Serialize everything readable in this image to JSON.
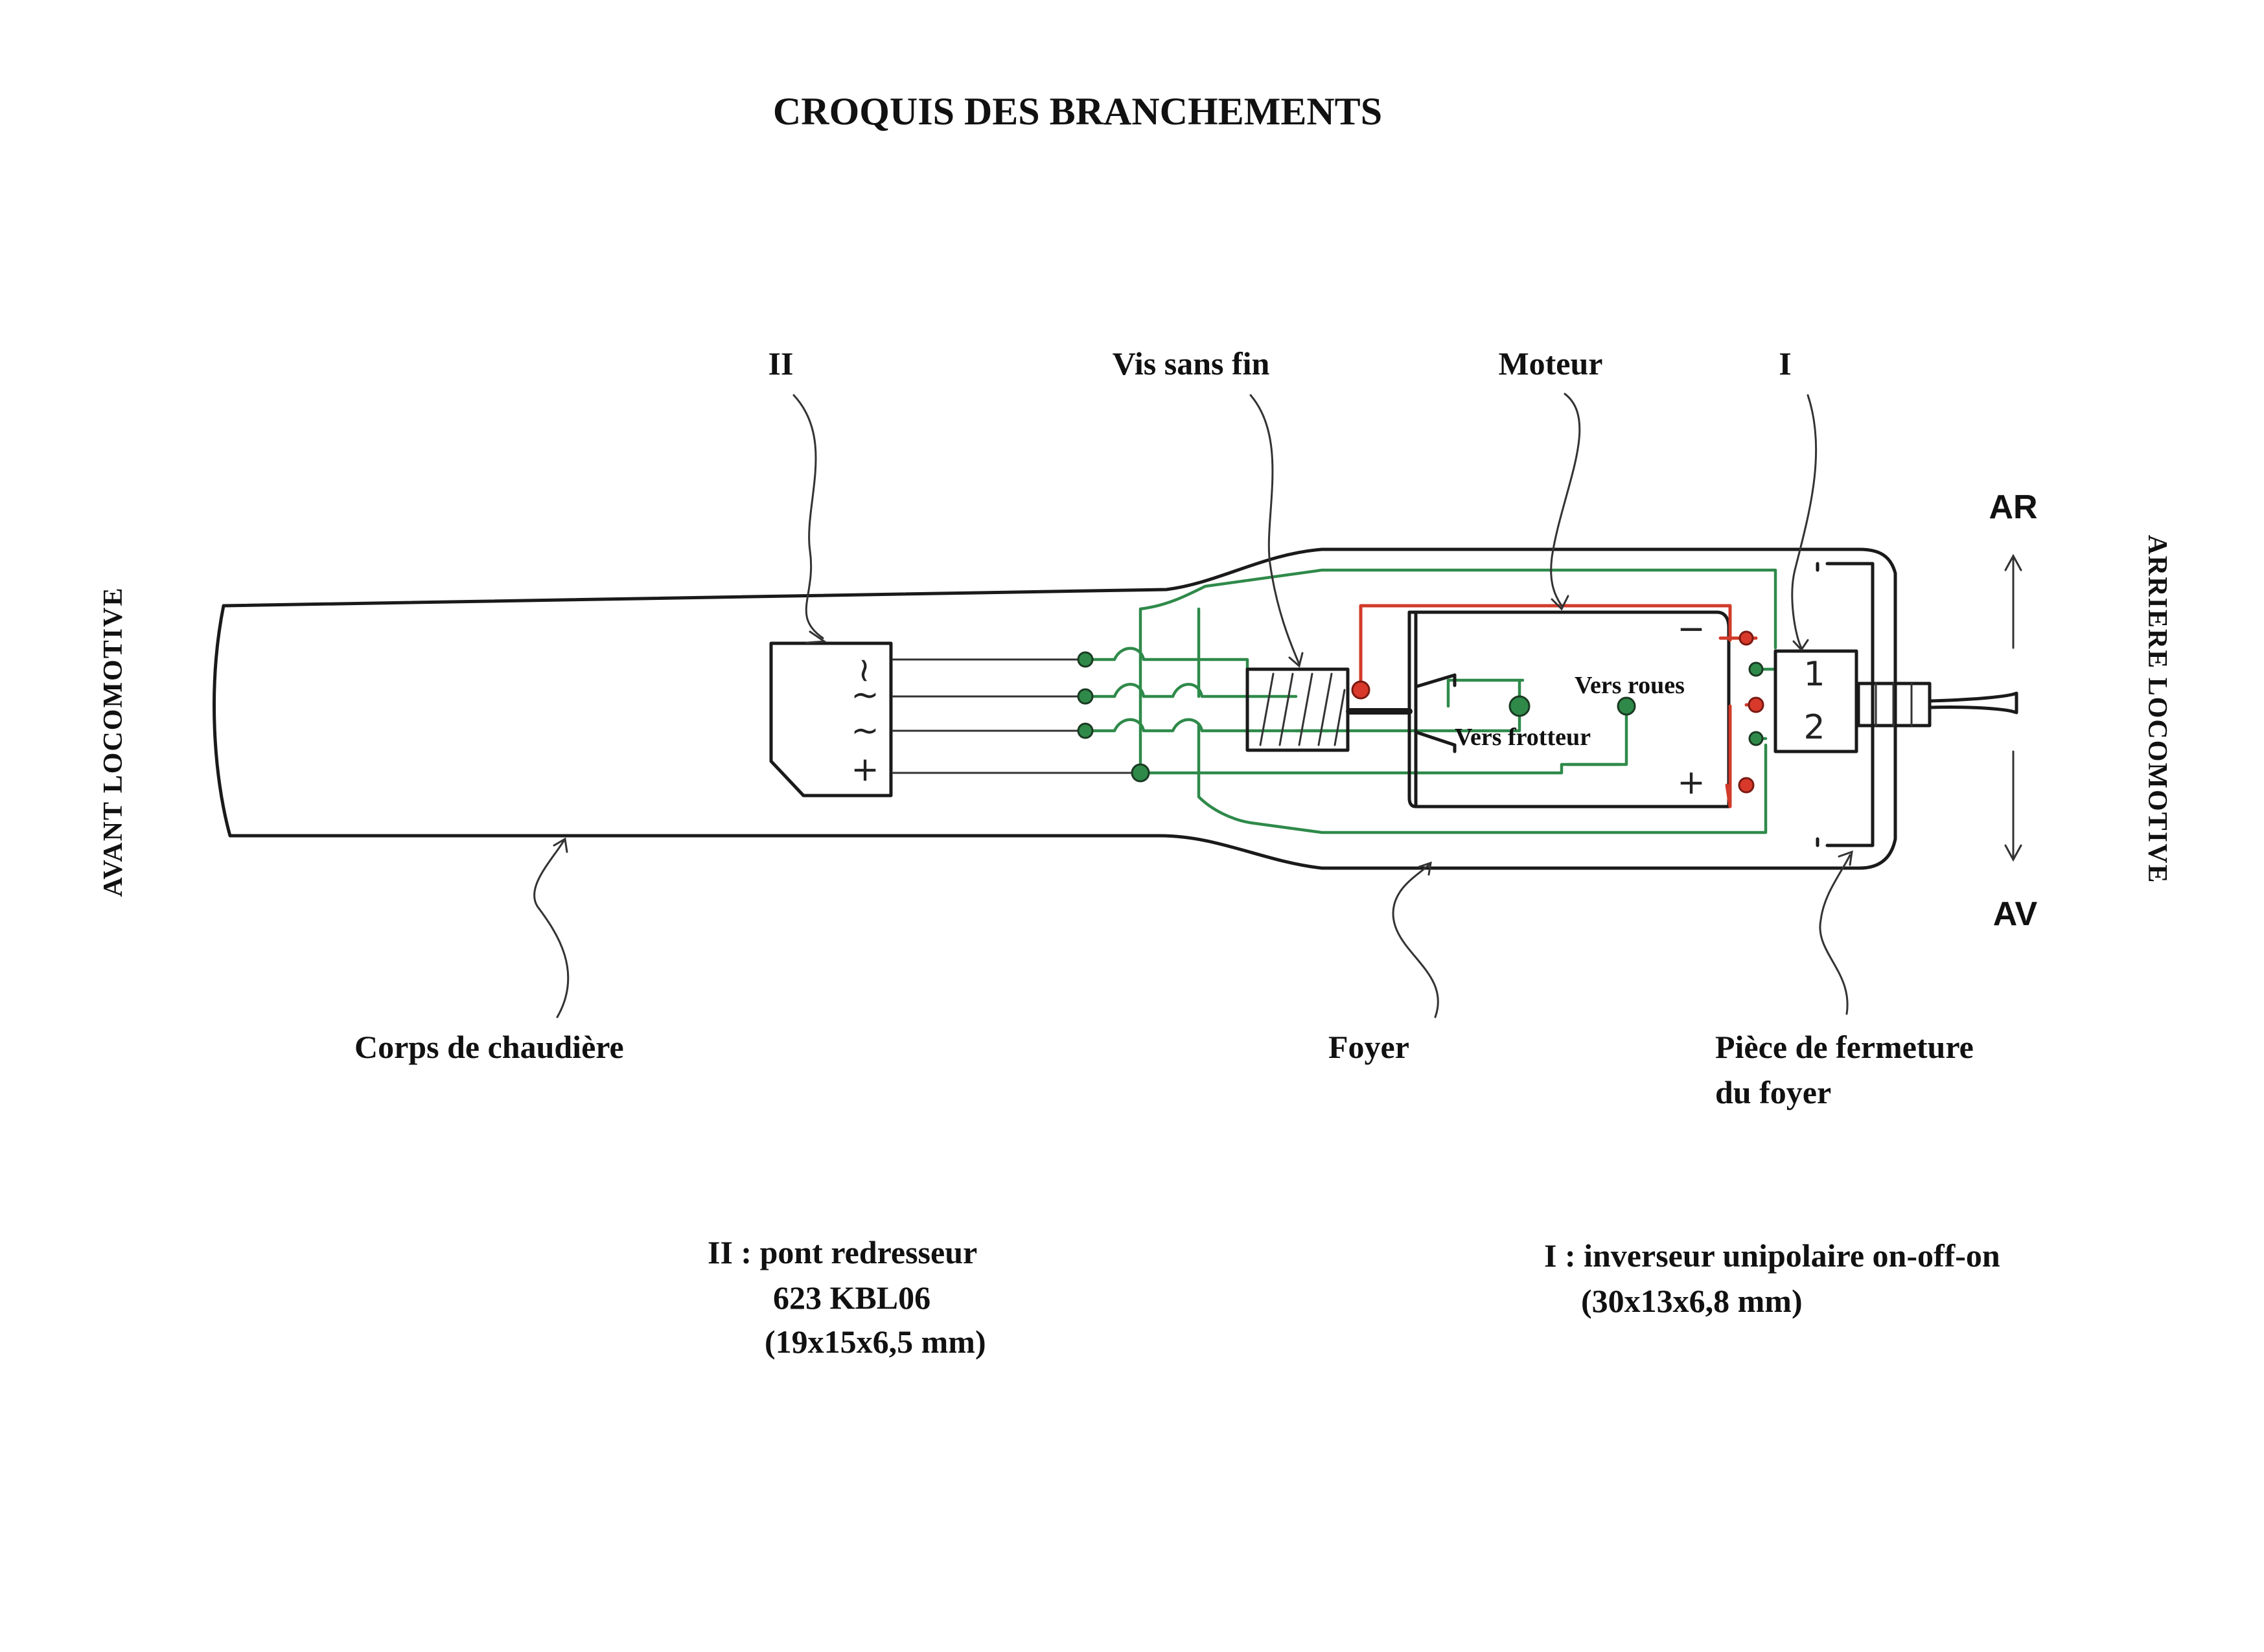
{
  "title": "CROQUIS DES BRANCHEMENTS",
  "labels": {
    "bridge": "II",
    "worm": "Vis sans fin",
    "motor": "Moteur",
    "switch": "I",
    "boiler": "Corps de chaudière",
    "firebox": "Foyer",
    "closure_line1": "Pièce de fermeture",
    "closure_line2": "du foyer",
    "to_wheels": "Vers roues",
    "to_pickup": "Vers frotteur"
  },
  "side_labels": {
    "front": "AVANT LOCOMOTIVE",
    "rear": "ARRIERE LOCOMOTIVE"
  },
  "directions": {
    "reverse": "AR",
    "forward": "AV"
  },
  "handwritten": {
    "bridge_pins": [
      "~",
      "~",
      "~",
      "+"
    ],
    "motor_minus": "−",
    "motor_plus": "+",
    "switch_pos1": "1",
    "switch_pos2": "2"
  },
  "notes": {
    "bridge_line1": "II : pont redresseur",
    "bridge_line2": "623  KBL06",
    "bridge_line3": "(19x15x6,5 mm)",
    "switch_line1": "I : inverseur unipolaire on-off-on",
    "switch_line2": "(30x13x6,8 mm)"
  },
  "colors": {
    "ink": "#1a1a1a",
    "wire_green": "#2f8a4a",
    "wire_red": "#d23a2a"
  }
}
